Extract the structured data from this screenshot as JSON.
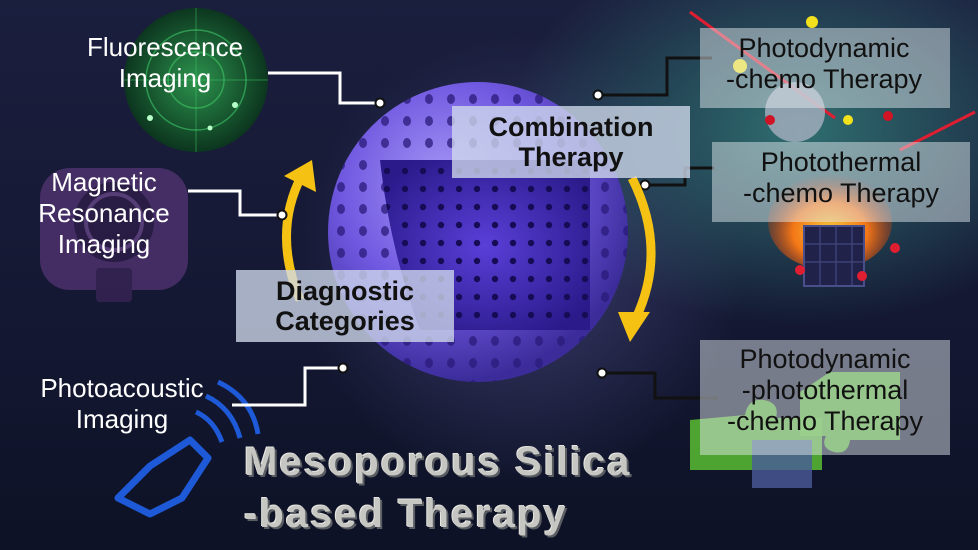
{
  "diagram": {
    "left_items": [
      {
        "line1": "Fluorescence",
        "line2": "Imaging"
      },
      {
        "line1": "Magnetic",
        "line2": "Resonance",
        "line3": "Imaging"
      },
      {
        "line1": "Photoacoustic",
        "line2": "Imaging"
      }
    ],
    "diagnostic_label": {
      "line1": "Diagnostic",
      "line2": "Categories"
    },
    "combination_label": {
      "line1": "Combination",
      "line2": "Therapy"
    },
    "right_items": [
      {
        "line1": "Photodynamic",
        "line2": "-chemo Therapy"
      },
      {
        "line1": "Photothermal",
        "line2": "-chemo Therapy"
      },
      {
        "line1": "Photodynamic",
        "line2": "-photothermal",
        "line3": "-chemo Therapy"
      }
    ],
    "title": {
      "line1": "Mesoporous Silica",
      "line2": "-based Therapy"
    },
    "colors": {
      "sphere": "#7058e0",
      "arrow": "#f5c214",
      "radar": "#1e8c3c",
      "probe": "#1e5ad7",
      "flame": "#ff7a14",
      "laser": "#e01e32",
      "puzzle_green": "#55b432"
    }
  }
}
